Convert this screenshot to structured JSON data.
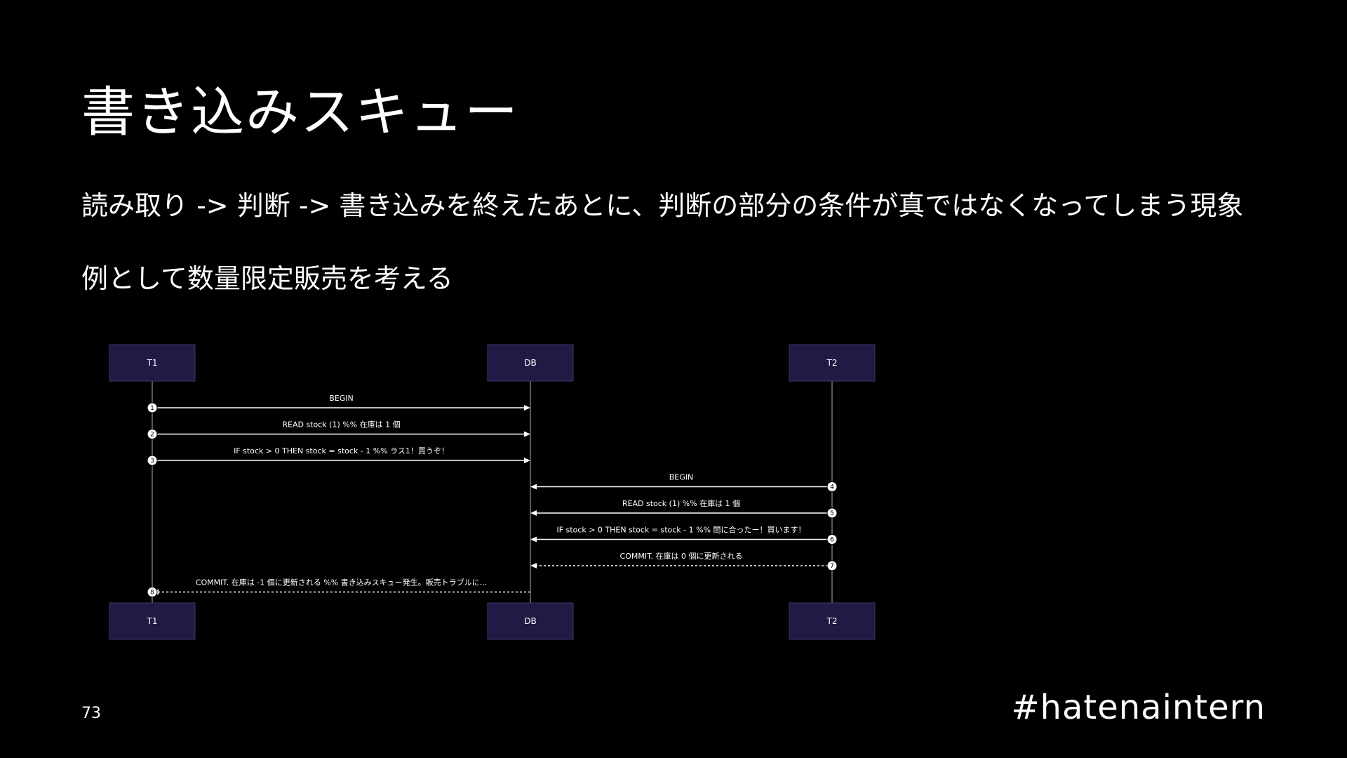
{
  "slide": {
    "title": "書き込みスキュー",
    "line1": "読み取り -> 判断 -> 書き込みを終えたあとに、判断の部分の条件が真ではなくなってしまう現象",
    "line2": "例として数量限定販売を考える",
    "page_number": "73",
    "hashtag": "#hatenaintern"
  },
  "diagram": {
    "type": "sequence",
    "participants": [
      {
        "id": "T1",
        "label": "T1"
      },
      {
        "id": "DB",
        "label": "DB"
      },
      {
        "id": "T2",
        "label": "T2"
      }
    ],
    "messages": [
      {
        "num": "1",
        "from": "T1",
        "to": "DB",
        "label": "BEGIN",
        "style": "solid"
      },
      {
        "num": "2",
        "from": "T1",
        "to": "DB",
        "label": "READ stock (1) %% 在庫は 1 個",
        "style": "solid"
      },
      {
        "num": "3",
        "from": "T1",
        "to": "DB",
        "label": "IF stock > 0 THEN stock = stock - 1 %% ラス1！買うぞ！",
        "style": "solid"
      },
      {
        "num": "4",
        "from": "T2",
        "to": "DB",
        "label": "BEGIN",
        "style": "solid"
      },
      {
        "num": "5",
        "from": "T2",
        "to": "DB",
        "label": "READ stock (1) %% 在庫は 1 個",
        "style": "solid"
      },
      {
        "num": "6",
        "from": "T2",
        "to": "DB",
        "label": "IF stock > 0 THEN stock = stock - 1 %% 間に合ったー！買います！",
        "style": "solid"
      },
      {
        "num": "7",
        "from": "T2",
        "to": "DB",
        "label": "COMMIT. 在庫は 0 個に更新される",
        "style": "dashed"
      },
      {
        "num": "8",
        "from": "DB",
        "to": "T1",
        "label": "COMMIT. 在庫は -1 個に更新される %% 書き込みスキュー発生。販売トラブルに...",
        "style": "dashed"
      }
    ]
  }
}
